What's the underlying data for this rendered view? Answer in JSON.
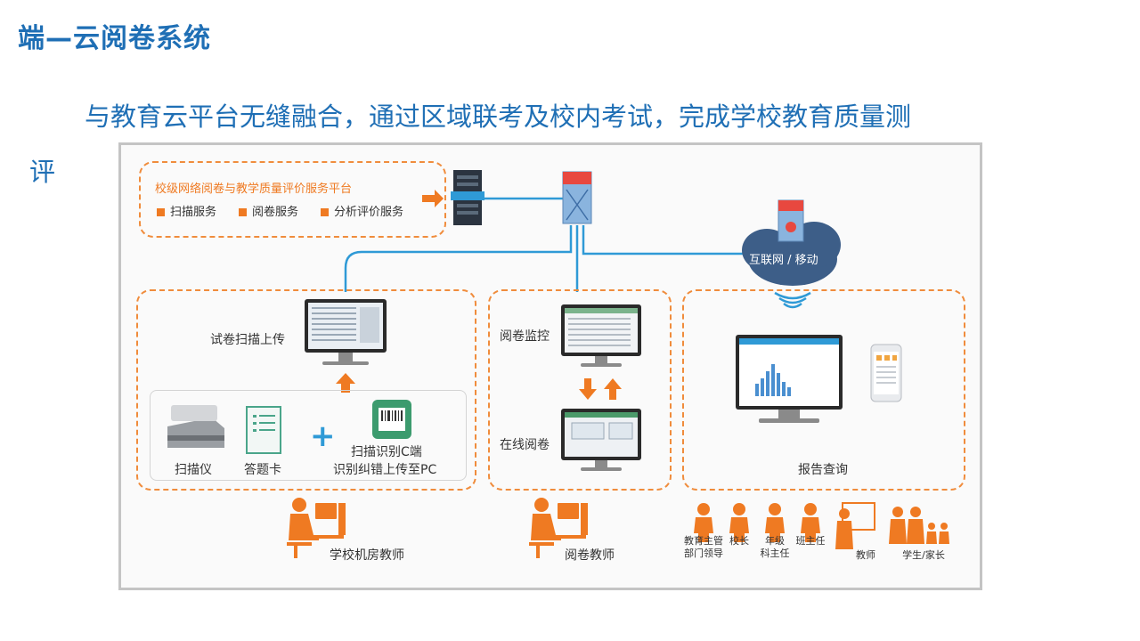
{
  "title": "端—云阅卷系统",
  "subtitle_line1": "与教育云平台无缝融合，通过区域联考及校内考试，完成学校教育质量测",
  "subtitle_line2": "评",
  "platform": {
    "title": "校级网络阅卷与教学质量评价服务平台",
    "services": [
      "扫描服务",
      "阅卷服务",
      "分析评价服务"
    ]
  },
  "cloud_label": "互联网 / 移动",
  "scan": {
    "upload_label": "试卷扫描上传",
    "scanner_label": "扫描仪",
    "card_label": "答题卡",
    "plus": "+",
    "recog_line1": "扫描识别C端",
    "recog_line2": "识别纠错上传至PC",
    "person_label": "学校机房教师"
  },
  "grading": {
    "monitor_label": "阅卷监控",
    "online_label": "在线阅卷",
    "person_label": "阅卷教师"
  },
  "report": {
    "label": "报告查询",
    "roles": [
      {
        "line1": "教育主管",
        "line2": "部门领导"
      },
      {
        "line1": "校长",
        "line2": ""
      },
      {
        "line1": "年级",
        "line2": "科主任"
      },
      {
        "line1": "班主任",
        "line2": ""
      },
      {
        "line1": "教师",
        "line2": ""
      },
      {
        "line1": "学生/家长",
        "line2": ""
      }
    ]
  },
  "colors": {
    "title_blue": "#1f6fb5",
    "orange": "#ef7a22",
    "line_blue": "#2f9ad6"
  }
}
